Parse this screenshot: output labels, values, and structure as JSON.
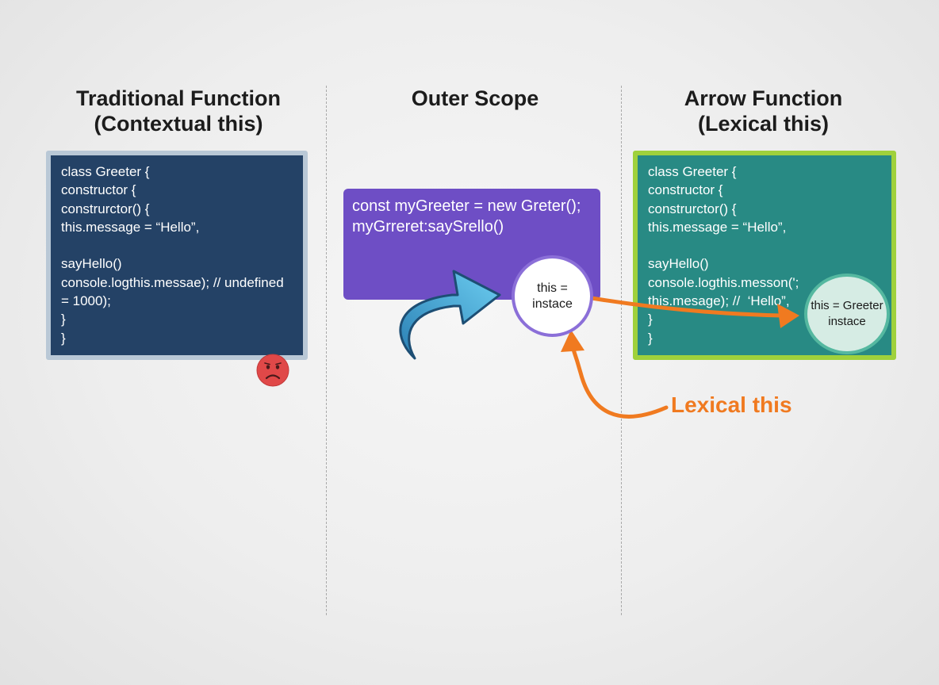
{
  "columns": {
    "traditional": {
      "title_line1": "Traditional Function",
      "title_line2": "(Contextual this)",
      "code": [
        "class Greeter {",
        "constructor {",
        "construrctor() {",
        "this.message = “Hello”,",
        "",
        "sayHello()",
        "console.logthis.messae); // undefined",
        "= 1000);",
        "}",
        "}"
      ],
      "status_icon": "sad-face-icon"
    },
    "outer": {
      "title": "Outer Scope",
      "code": [
        "const myGreeter = new Greter();",
        "myGrreret:saySrello()"
      ],
      "circle_line1": "this =",
      "circle_line2": "instace",
      "curve_arrow_icon": "curved-blue-arrow-icon"
    },
    "arrow": {
      "title_line1": "Arrow Function",
      "title_line2": "(Lexical this)",
      "code": [
        "class Greeter {",
        "constructor {",
        "construrctor() {",
        "this.message = “Hello”,",
        "",
        "sayHello()",
        "console.logthis.messon(';",
        "this.mesage); //  ‘Hello”,",
        "}",
        "}"
      ],
      "circle_line1": "this = Greeter",
      "circle_line2": "instace"
    }
  },
  "annotation": {
    "lexical_label": "Lexical this"
  },
  "colors": {
    "traditional_box": "#244266",
    "traditional_border": "#b9c8d6",
    "outer_box": "#6e4ec5",
    "arrow_box": "#288a84",
    "arrow_border": "#9fd13c",
    "lexical_arrow": "#f07a20",
    "blue_arrow": "#4fb3df",
    "sad_face": "#e04848"
  }
}
